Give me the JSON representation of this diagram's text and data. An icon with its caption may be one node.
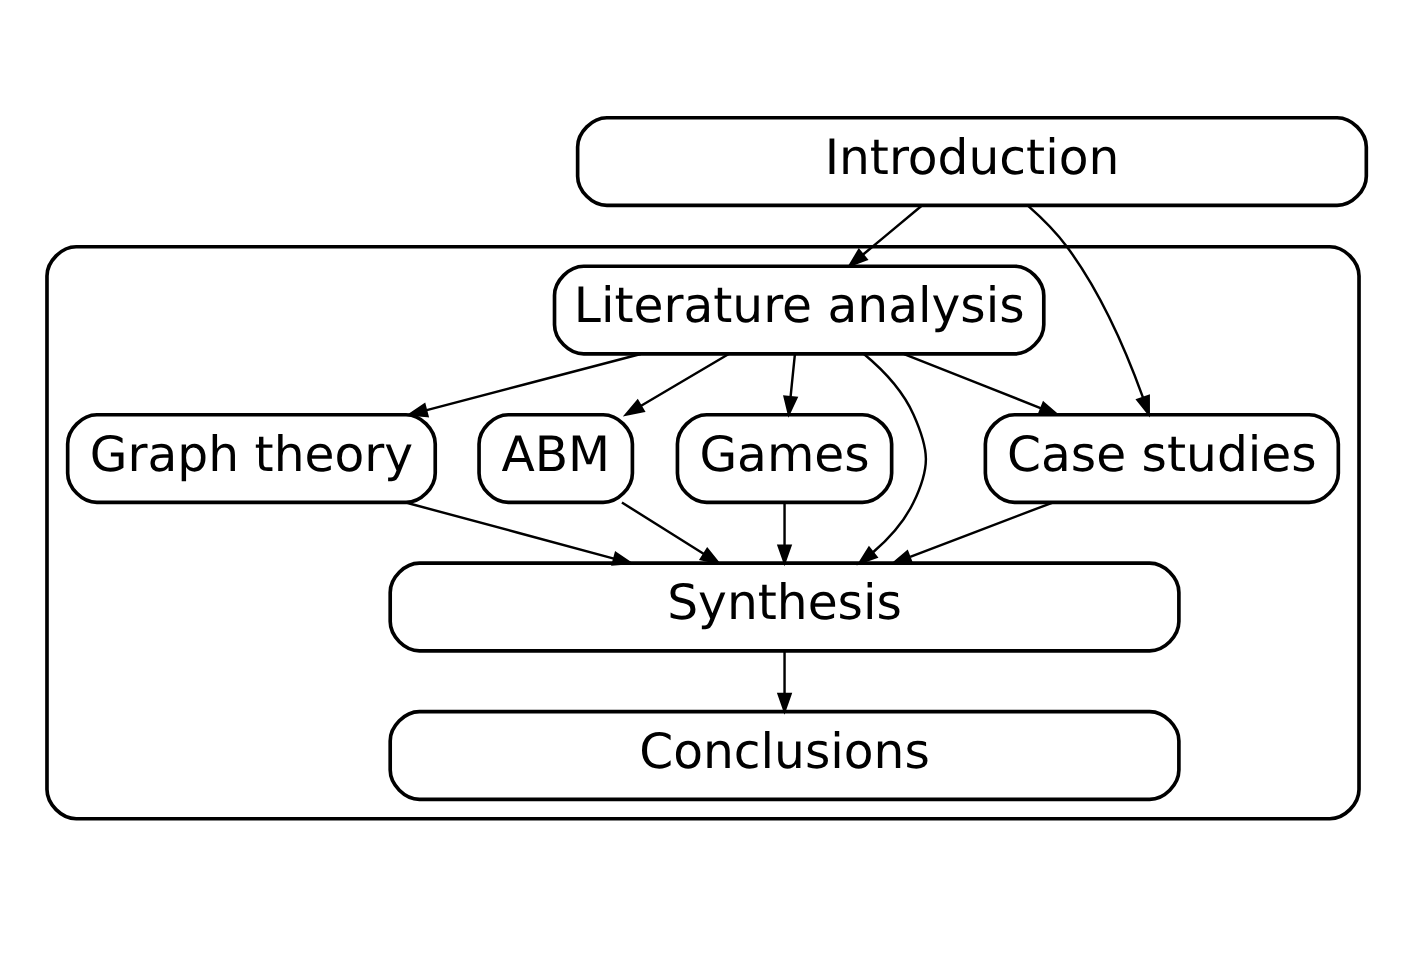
{
  "diagram": {
    "nodes": [
      {
        "text": [
          "Introduction"
        ]
      },
      {
        "text": [],
        "shape": "box"
      },
      {
        "text": [
          "Literature analysis"
        ],
        "in": 1
      },
      {
        "text": [
          "Case studies"
        ],
        "in": 1
      },
      {
        "text": [
          "Graph theory"
        ],
        "in": 1
      },
      {
        "text": [
          "ABM"
        ],
        "in": 1
      },
      {
        "text": [
          "Games"
        ],
        "in": 1
      },
      {
        "text": [
          "Synthesis"
        ],
        "in": 1
      },
      {
        "text": [
          "Conclusions"
        ],
        "in": 1
      }
    ],
    "edges": [
      {
        "from": 0,
        "to": 2,
        "arrow": "to"
      },
      {
        "from": 0,
        "to": 3,
        "arrow": "to"
      },
      {
        "from": 2,
        "to": 3,
        "arrow": "to"
      },
      {
        "from": 2,
        "to": 4,
        "arrow": "to"
      },
      {
        "from": 2,
        "to": 5,
        "arrow": "to"
      },
      {
        "from": 2,
        "to": 6,
        "arrow": "to"
      },
      {
        "from": 2,
        "to": 7,
        "arrow": "to"
      },
      {
        "from": 3,
        "to": 7,
        "arrow": "to"
      },
      {
        "from": 4,
        "to": 7,
        "arrow": "to"
      },
      {
        "from": 5,
        "to": 7,
        "arrow": "to"
      },
      {
        "from": 6,
        "to": 7,
        "arrow": "to"
      },
      {
        "from": 7,
        "to": 8,
        "arrow": "to"
      }
    ]
  }
}
